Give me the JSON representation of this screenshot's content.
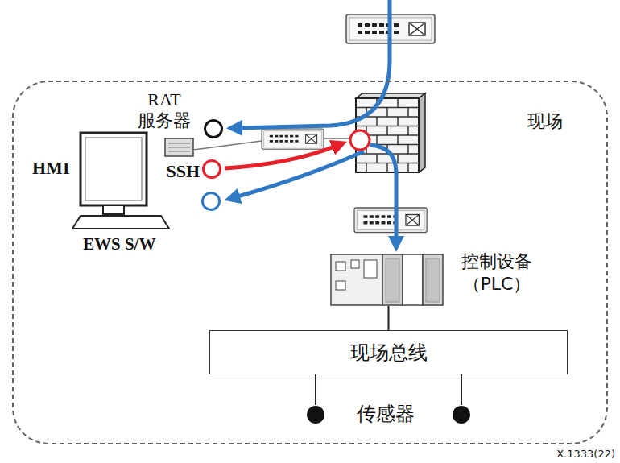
{
  "diagram": {
    "nodes": [
      {
        "text": [
          "现场"
        ]
      },
      {
        "text": [
          "RAT 服务器"
        ],
        "in": 0
      },
      {
        "text": [
          "SSH"
        ],
        "in": 0
      },
      {
        "text": [
          "EWS S/W"
        ],
        "in": 0
      },
      {
        "text": [
          "控制设备 （PLC）"
        ],
        "in": 0
      },
      {
        "text": [
          "现场总线"
        ],
        "in": 0
      }
    ],
    "edges": [
      {
        "from": 4,
        "to": 5,
        "arrow": "none"
      }
    ],
    "labels": [
      "HMI",
      "传感器",
      "X.1333(22)"
    ]
  }
}
